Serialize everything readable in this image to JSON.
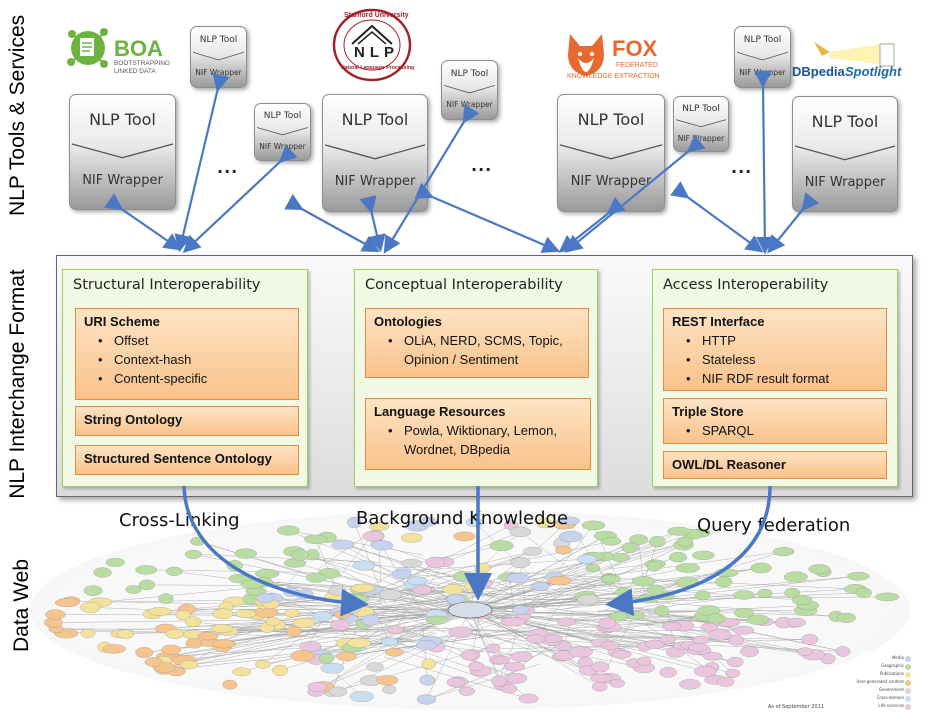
{
  "axis_labels": {
    "tools": "NLP Tools & Services",
    "format": "NLP Interchange Format",
    "web": "Data Web"
  },
  "tool": {
    "top": "NLP Tool",
    "bottom": "NIF Wrapper"
  },
  "ellipsis": "...",
  "logos": {
    "boa_name": "BOA",
    "boa_sub1": "BOOTSTRAPPING",
    "boa_sub2": "LINKED DATA",
    "stanford_top": "Stanford University",
    "stanford_mid": "NLP",
    "stanford_bottom": "Natural Language Processing",
    "fox_name": "FOX",
    "fox_sub1": "FEDERATED",
    "fox_sub2": "KNOWLEDGE EXTRACTION",
    "dbpedia_a": "DBpedia",
    "dbpedia_b": "Spotlight"
  },
  "columns": {
    "structural": {
      "title": "Structural Interoperability",
      "uri_title": "URI Scheme",
      "uri_items": [
        "Offset",
        "Context-hash",
        "Content-specific"
      ],
      "string_ont": "String Ontology",
      "sentence_ont": "Structured Sentence Ontology"
    },
    "conceptual": {
      "title": "Conceptual Interoperability",
      "ont_title": "Ontologies",
      "ont_line1": "OLiA, NERD, SCMS, Topic,",
      "ont_line2": "Opinion / Sentiment",
      "lang_title": "Language Resources",
      "lang_line1": "Powla, Wiktionary, Lemon,",
      "lang_line2": "Wordnet,  DBpedia"
    },
    "access": {
      "title": "Access Interoperability",
      "rest_title": "REST Interface",
      "rest_items": [
        "HTTP",
        "Stateless",
        "NIF RDF result format"
      ],
      "triple_title": "Triple Store",
      "triple_items": [
        "SPARQL"
      ],
      "reasoner": "OWL/DL Reasoner"
    }
  },
  "flows": {
    "cross": "Cross-Linking",
    "background": "Background Knowledge",
    "query": "Query federation"
  },
  "cloud_legend": [
    "Media",
    "Geographic",
    "Publications",
    "User-generated content",
    "Government",
    "Cross-domain",
    "Life sciences"
  ],
  "cloud_date": "As of September 2011",
  "colors": {
    "arrow": "#4a78c4",
    "column_fill": "#f1f9e4",
    "column_border": "#9bcf63",
    "box_fill": "#f9c28a",
    "box_border": "#e38b3f",
    "boa_green": "#6db33f",
    "fox_orange": "#e8692e",
    "stanford_red": "#a0202a"
  }
}
